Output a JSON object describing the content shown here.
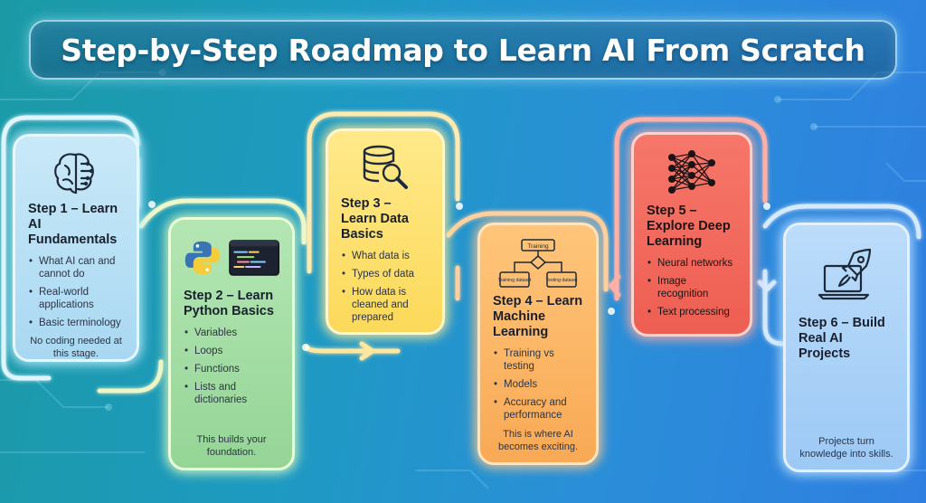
{
  "title": "Step-by-Step Roadmap to Learn AI From Scratch",
  "colors": {
    "step1": "#a9d8f2",
    "step2": "#95d596",
    "step3": "#fbd95a",
    "step4": "#f8a955",
    "step5": "#ee5e52",
    "step6": "#9cc9f5"
  },
  "steps": [
    {
      "title": "Step 1 – Learn AI Fundamentals",
      "icon": "brain-circuit-icon",
      "items": [
        "What AI can and cannot do",
        "Real-world applications",
        "Basic terminology"
      ],
      "note": "No coding needed at this stage."
    },
    {
      "title": "Step 2 – Learn Python Basics",
      "icon": "python-code-icon",
      "items": [
        "Variables",
        "Loops",
        "Functions",
        "Lists and dictionaries"
      ],
      "note": "This builds your foundation."
    },
    {
      "title": "Step 3 – Learn Data Basics",
      "icon": "database-search-icon",
      "items": [
        "What data is",
        "Types of data",
        "How data is cleaned and prepared"
      ],
      "note": ""
    },
    {
      "title": "Step 4 – Learn Machine Learning",
      "icon": "flowchart-icon",
      "icon_labels": [
        "Training",
        "Training dataset",
        "Testing dataset"
      ],
      "items": [
        "Training vs testing",
        "Models",
        "Accuracy and performance"
      ],
      "note": "This is where AI becomes exciting."
    },
    {
      "title": "Step 5 – Explore Deep Learning",
      "icon": "neural-network-icon",
      "items": [
        "Neural networks",
        "Image recognition",
        "Text processing"
      ],
      "note": ""
    },
    {
      "title": "Step 6 – Build Real AI Projects",
      "icon": "rocket-laptop-icon",
      "items": [],
      "note": "Projects turn knowledge into skills."
    }
  ]
}
